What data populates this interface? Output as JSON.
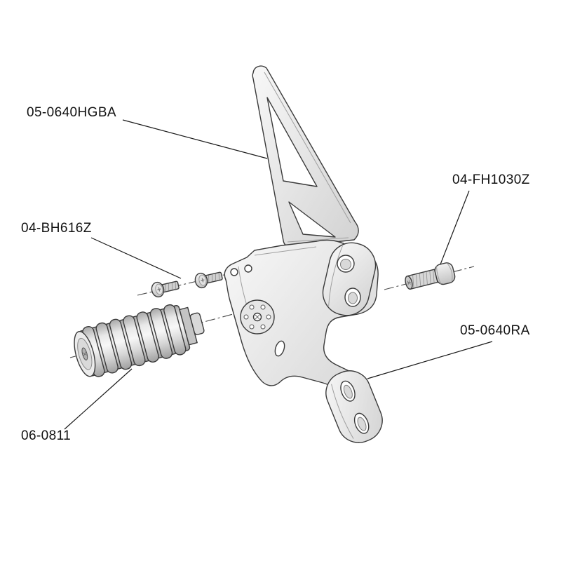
{
  "diagram": {
    "type": "exploded-parts-diagram",
    "labels": [
      {
        "part": "heel-guard-bracket",
        "text": "05-0640HGBA"
      },
      {
        "part": "flat-head-screw",
        "text": "04-FH1030Z"
      },
      {
        "part": "button-head-screw",
        "text": "04-BH616Z"
      },
      {
        "part": "rearset-bracket",
        "text": "05-0640RA"
      },
      {
        "part": "footpeg-grip",
        "text": "06-0811"
      }
    ],
    "colors": {
      "background": "#ffffff",
      "outline": "#3a3a3a",
      "fill_light": "#f6f6f6",
      "fill_mid": "#d9d9d9",
      "fill_dark": "#b0b0b0",
      "label_text": "#111111"
    }
  }
}
